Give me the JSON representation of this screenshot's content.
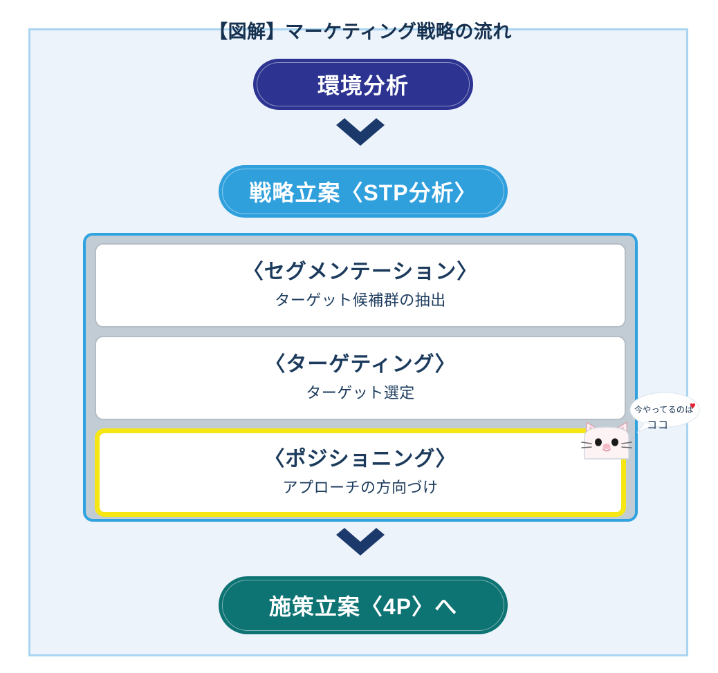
{
  "page": {
    "title": "【図解】マーケティング戦略の流れ",
    "background_color": "#ffffff",
    "panel_background": "#edf3fb",
    "panel_border_color": "#a9d5f0"
  },
  "flow": {
    "step_env": {
      "label": "環境分析",
      "color": "#2c3391"
    },
    "arrow_1": "double-chevron-down-icon",
    "step_stp": {
      "label": "戦略立案〈STP分析〉",
      "color": "#30a0dd"
    },
    "stp_group": {
      "container_border_color": "#2fa3e0",
      "container_fill_color": "#c2ccd4",
      "items": [
        {
          "head": "〈セグメンテーション〉",
          "sub": "ターゲット候補群の抽出",
          "highlighted": false
        },
        {
          "head": "〈ターゲティング〉",
          "sub": "ターゲット選定",
          "highlighted": false
        },
        {
          "head": "〈ポジショニング〉",
          "sub": "アプローチの方向づけ",
          "highlighted": true,
          "highlight_color": "#f5e614"
        }
      ]
    },
    "arrow_2": "double-chevron-down-icon",
    "step_4p": {
      "label": "施策立案〈4P〉へ",
      "color": "#0d7373"
    }
  },
  "mascot": {
    "character": "cat-face-icon",
    "bubble_line_1": "今やってるのは",
    "bubble_heart": "♥",
    "bubble_line_2": "ココ",
    "heart_color": "#e02030"
  }
}
